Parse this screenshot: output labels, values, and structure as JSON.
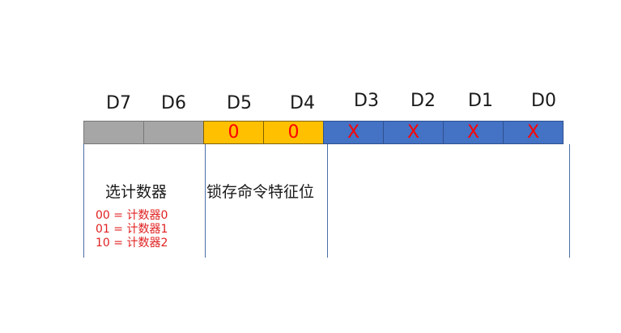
{
  "bits": [
    {
      "label": "D7",
      "value": "",
      "group": "counter"
    },
    {
      "label": "D6",
      "value": "",
      "group": "counter"
    },
    {
      "label": "D5",
      "value": "0",
      "group": "latch"
    },
    {
      "label": "D4",
      "value": "0",
      "group": "latch"
    },
    {
      "label": "D3",
      "value": "X",
      "group": "dontcare"
    },
    {
      "label": "D2",
      "value": "X",
      "group": "dontcare"
    },
    {
      "label": "D1",
      "value": "X",
      "group": "dontcare"
    },
    {
      "label": "D0",
      "value": "X",
      "group": "dontcare"
    }
  ],
  "sections": {
    "counter_select": {
      "title": "选计数器",
      "codes": [
        "00 = 计数器0",
        "01 = 计数器1",
        "10 = 计数器2"
      ]
    },
    "latch_command": {
      "title": "锁存命令特征位"
    }
  },
  "colors": {
    "counter": "#a6a6a6",
    "latch": "#ffc000",
    "dontcare": "#4472c4",
    "value_text": "#ff0000",
    "code_text": "#e02020"
  }
}
